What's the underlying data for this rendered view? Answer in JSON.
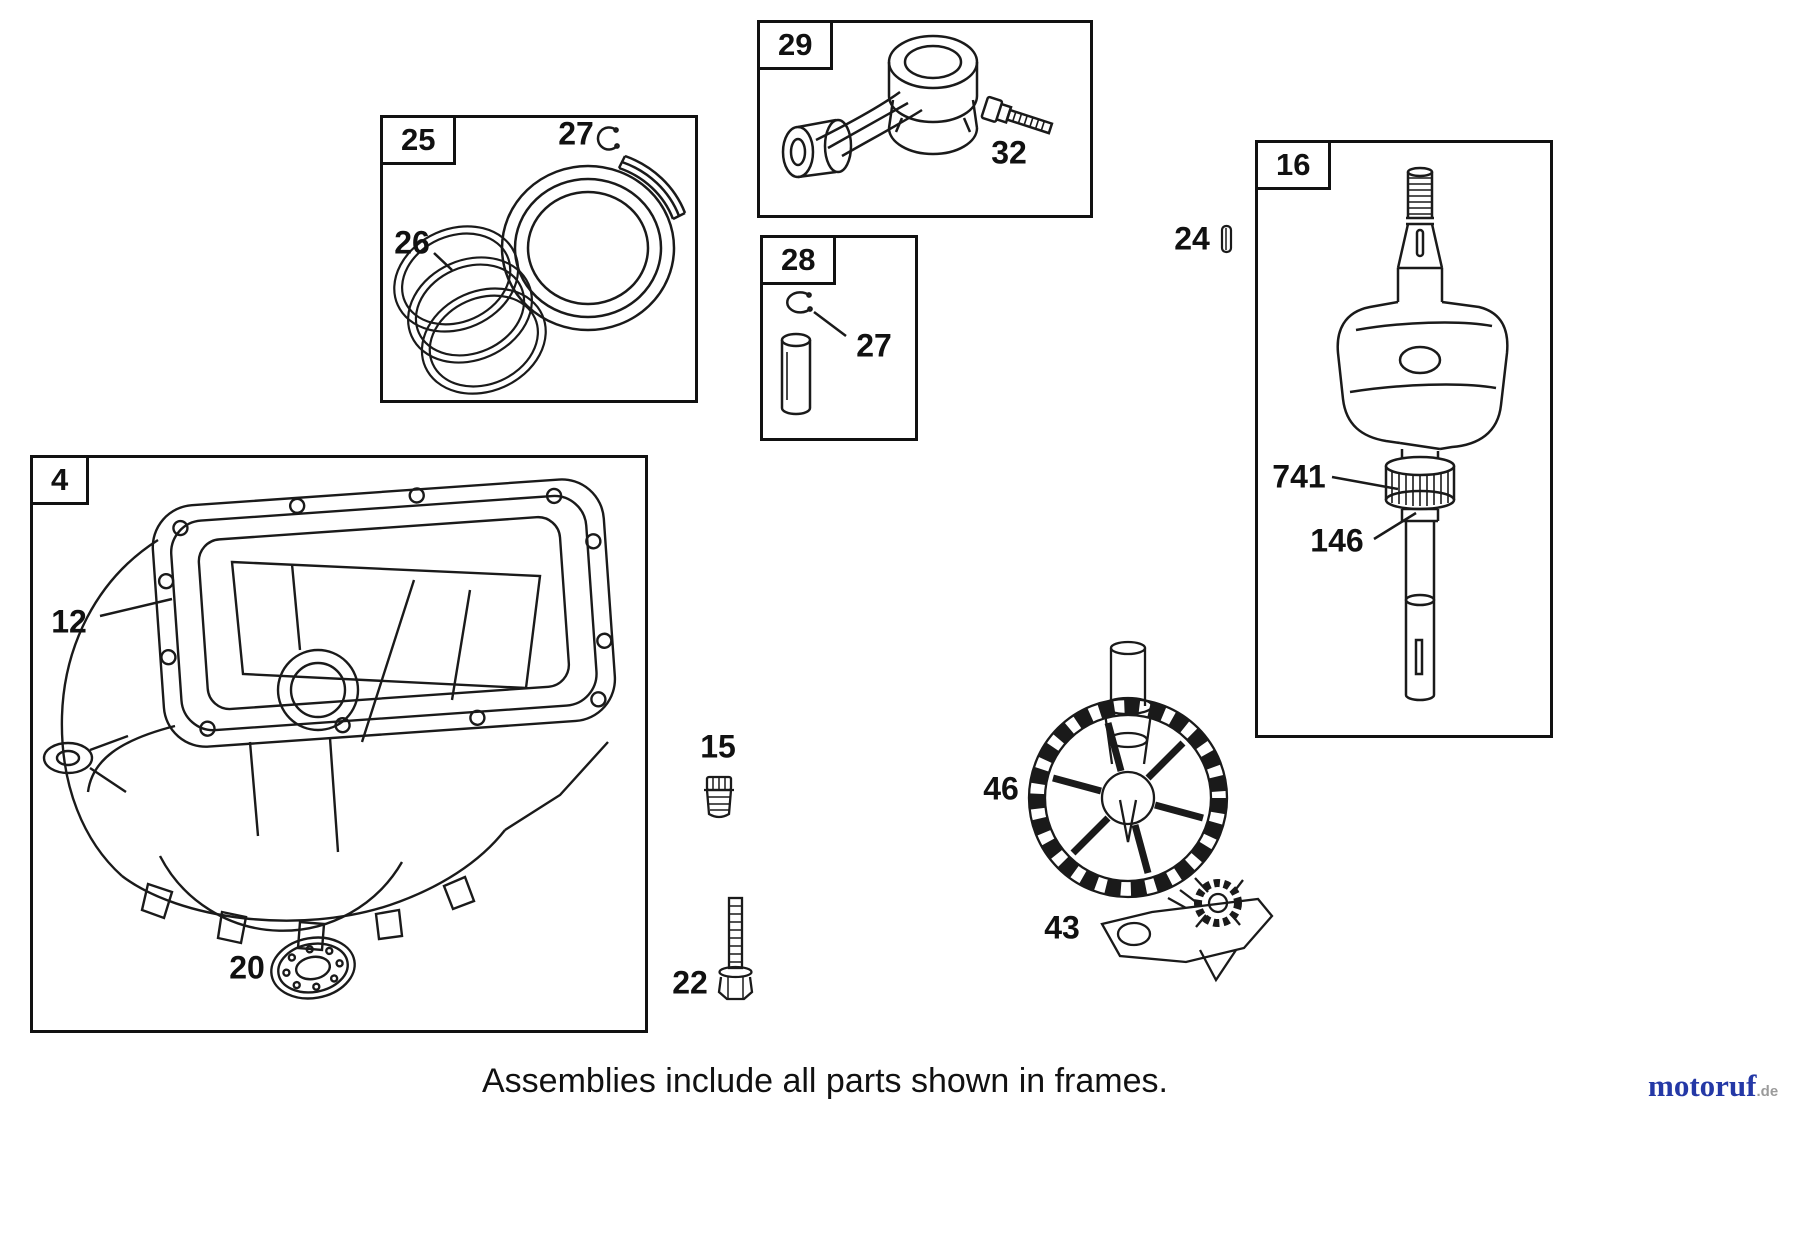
{
  "frames": {
    "f4": {
      "label": "4"
    },
    "f16": {
      "label": "16"
    },
    "f25": {
      "label": "25"
    },
    "f28": {
      "label": "28"
    },
    "f29": {
      "label": "29"
    }
  },
  "callouts": {
    "sump_pan": "12",
    "oil_seal": "20",
    "drain_plug": "15",
    "sump_bolt": "22",
    "key": "24",
    "ring_set": "26",
    "piston_circlip": "27",
    "pin_circlip": "27",
    "rod_bolt": "32",
    "governor": "43",
    "cam_gear": "46",
    "gear_spacer": "146",
    "timing_gear": "741"
  },
  "footer": {
    "note": "Assemblies include all parts shown in frames."
  },
  "branding": {
    "name": "motoruf",
    "tld": ".de",
    "brand_color": "#2438a6",
    "tld_color": "#9b9b9b"
  }
}
